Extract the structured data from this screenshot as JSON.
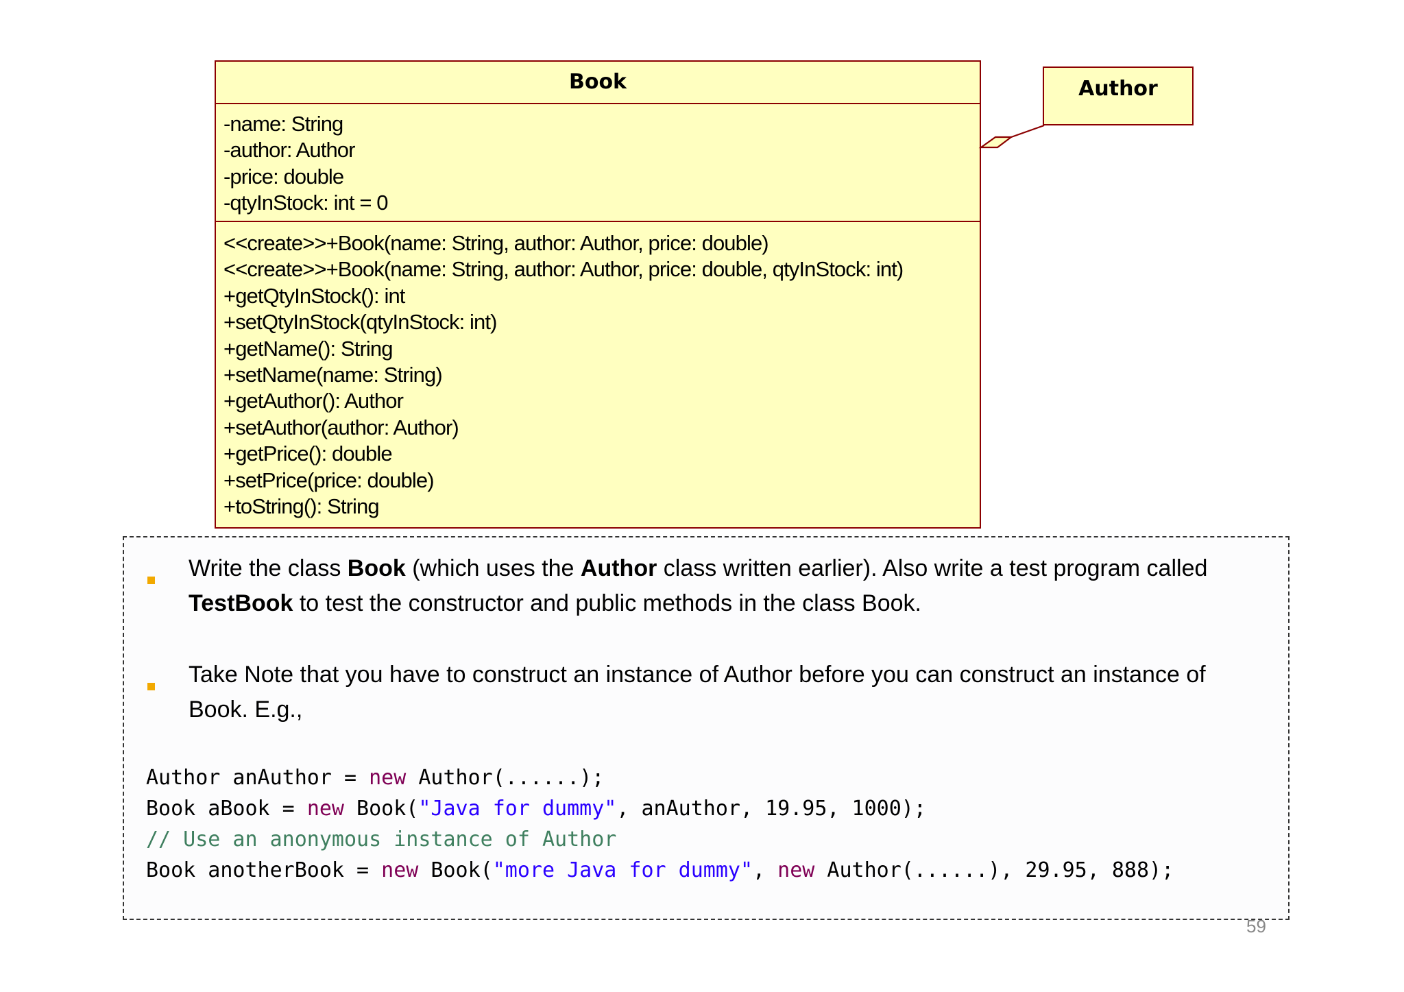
{
  "diagram": {
    "book": {
      "name": "Book",
      "attributes": [
        "-name: String",
        "-author: Author",
        "-price: double",
        "-qtyInStock: int = 0"
      ],
      "operations": [
        "<<create>>+Book(name: String, author: Author, price: double)",
        "<<create>>+Book(name: String, author: Author, price: double, qtyInStock: int)",
        "+getQtyInStock(): int",
        "+setQtyInStock(qtyInStock: int)",
        "+getName(): String",
        "+setName(name: String)",
        "+getAuthor(): Author",
        "+setAuthor(author: Author)",
        "+getPrice(): double",
        "+setPrice(price: double)",
        "+toString(): String"
      ]
    },
    "author": {
      "name": "Author"
    },
    "relationship": "aggregation",
    "colors": {
      "class_fill": "#ffffc0",
      "class_border": "#8b0000",
      "bullet": "#f2a900",
      "code_keyword": "#7f0055",
      "code_string": "#2a00ff",
      "code_comment": "#3f7f5f"
    }
  },
  "exercise": {
    "bullet1": {
      "t1": "Write the class ",
      "b1": "Book",
      "t2": " (which uses the ",
      "b2": "Author",
      "t3": " class written earlier). Also write a test program called ",
      "b3": "TestBook",
      "t4": " to test the constructor and public methods in the class Book."
    },
    "bullet2": {
      "text": "Take Note that you have to construct an instance of Author before you can construct an instance of Book. E.g.,"
    },
    "code": {
      "line1": {
        "a": "Author anAuthor = ",
        "kw1": "new",
        "b": " Author(......);"
      },
      "line2": {
        "a": "Book aBook = ",
        "kw1": "new",
        "b": " Book(",
        "s1": "\"Java for dummy\"",
        "c": ", anAuthor, 19.95, 1000);"
      },
      "line3": {
        "comment": "// Use an anonymous instance of Author"
      },
      "line4": {
        "a": "Book anotherBook = ",
        "kw1": "new",
        "b": " Book(",
        "s1": "\"more Java for dummy\"",
        "c": ", ",
        "kw2": "new",
        "d": " Author(......), 29.95, 888);"
      }
    }
  },
  "page_number": "59"
}
